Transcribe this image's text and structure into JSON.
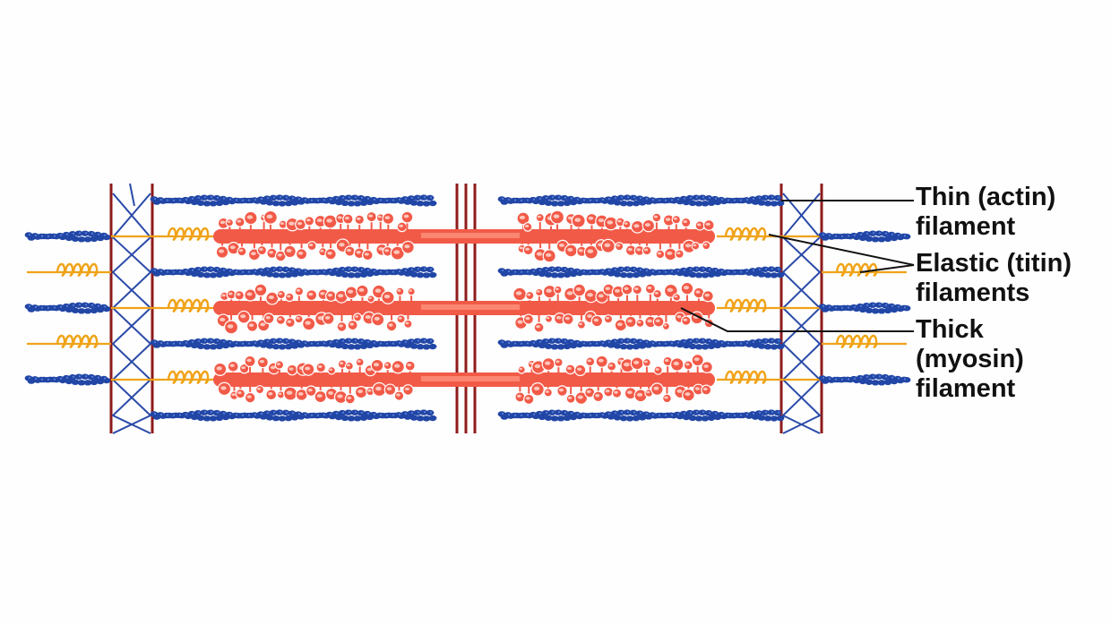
{
  "labels": {
    "thin": [
      "Thin (actin)",
      "filament"
    ],
    "elastic": [
      "Elastic (titin)",
      "filaments"
    ],
    "thick": [
      "Thick",
      "(myosin)",
      "filament"
    ]
  },
  "colors": {
    "actin": "#2146a6",
    "actin_dots": "#5b7fd6",
    "titin": "#f0a318",
    "myosin": "#f25a48",
    "myosin_light": "#ff9a85",
    "z_disc": "#8e1b1b",
    "cross_link": "#2a4aa8",
    "leader": "#111111",
    "background": "#fefefe"
  },
  "structures": {
    "thin_filament_rows": 6,
    "thick_filament_rows": 3,
    "z_discs": 2,
    "m_line": 1
  }
}
